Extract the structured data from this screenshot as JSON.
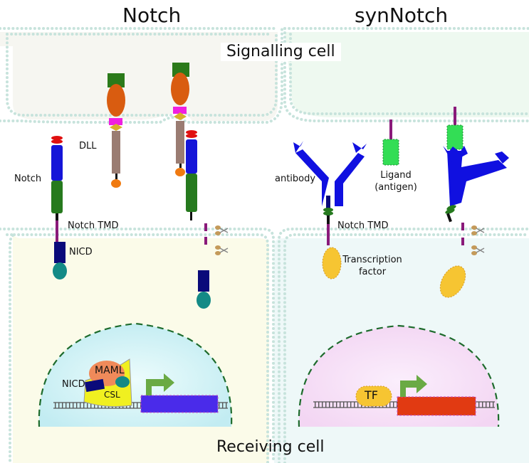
{
  "headings": {
    "left": "Notch",
    "right": "synNotch"
  },
  "regions": {
    "signalling": "Signalling cell",
    "receiving": "Receiving cell"
  },
  "left_panel": {
    "dll": "DLL",
    "notch": "Notch",
    "notch_tmd": "Notch TMD",
    "nicd": "NICD",
    "nucleus": {
      "maml": "MAML",
      "nicd": "NICD",
      "csl": "CSL"
    }
  },
  "right_panel": {
    "antibody": "antibody",
    "ligand_line1": "Ligand",
    "ligand_line2": "(antigen)",
    "notch_tmd": "Notch TMD",
    "tf_line1": "Transcription",
    "tf_line2": "factor",
    "nucleus": {
      "tf": "TF"
    }
  },
  "colors": {
    "membrane_bead": "#c7e3dc",
    "nicd_blue": "#0a0a7a",
    "nicd_teal": "#138a86",
    "tf_yellow": "#f6c532",
    "antibody_blue": "#1010e0",
    "ligand_green": "#33dd55",
    "gene_left": "#4a2bea",
    "gene_right": "#e13a12",
    "arrow_green": "#6aaa44"
  },
  "icons": [
    "scissors-icon",
    "promoter-arrow-icon"
  ]
}
